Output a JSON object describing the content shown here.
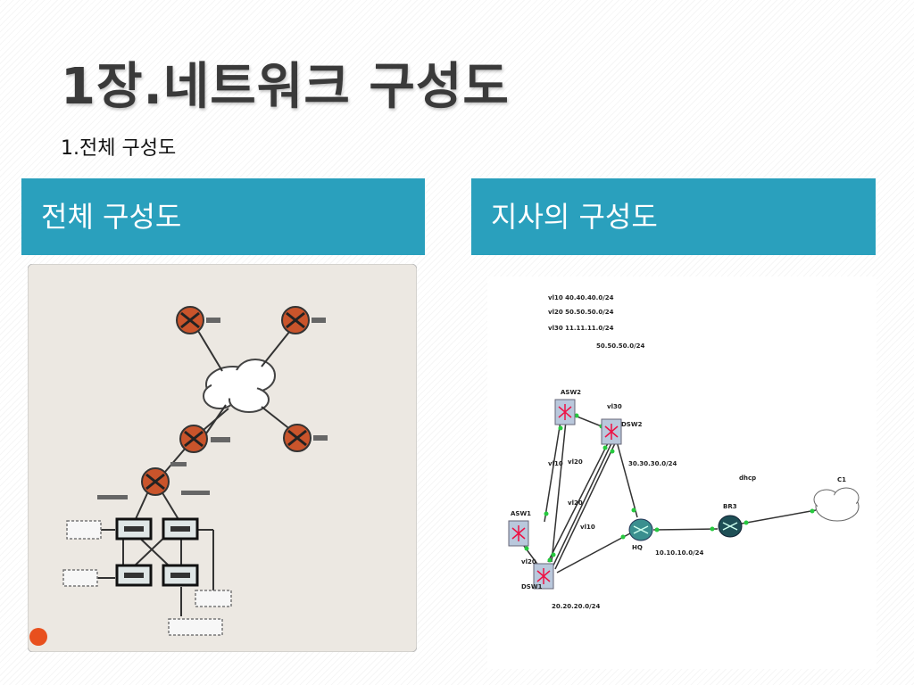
{
  "slide": {
    "title": "1장.네트워크 구성도",
    "subtitle": "1.전체 구성도"
  },
  "columns": {
    "left": {
      "header": "전체 구성도"
    },
    "right": {
      "header": "지사의 구성도"
    }
  },
  "right_diagram": {
    "notes": [
      "vl10 40.40.40.0/24",
      "vl20 50.50.50.0/24",
      "vl30 11.11.11.0/24"
    ],
    "network_label": "50.50.50.0/24",
    "nodes": {
      "asw2": "ASW2",
      "dsw2": "DSW2",
      "asw1": "ASW1",
      "dsw1": "DSW1",
      "hq": "HQ",
      "br3": "BR3",
      "c1": "C1",
      "cloud_label": "dhcp"
    },
    "links": {
      "vl30_top": "vl30",
      "vl10_a": "vl10",
      "vl20_a": "vl20",
      "vl20_b": "vl20",
      "vl10_b": "vl10",
      "vl20_c": "vl20"
    },
    "subnets": {
      "dsw2_hq": "30.30.30.0/24",
      "hq_br3": "10.10.10.0/24",
      "dsw1": "20.20.20.0/24"
    }
  },
  "colors": {
    "header_bg": "#2aa0bd",
    "router_fill": "#c9542b",
    "link_arrow": "#27c93f"
  }
}
